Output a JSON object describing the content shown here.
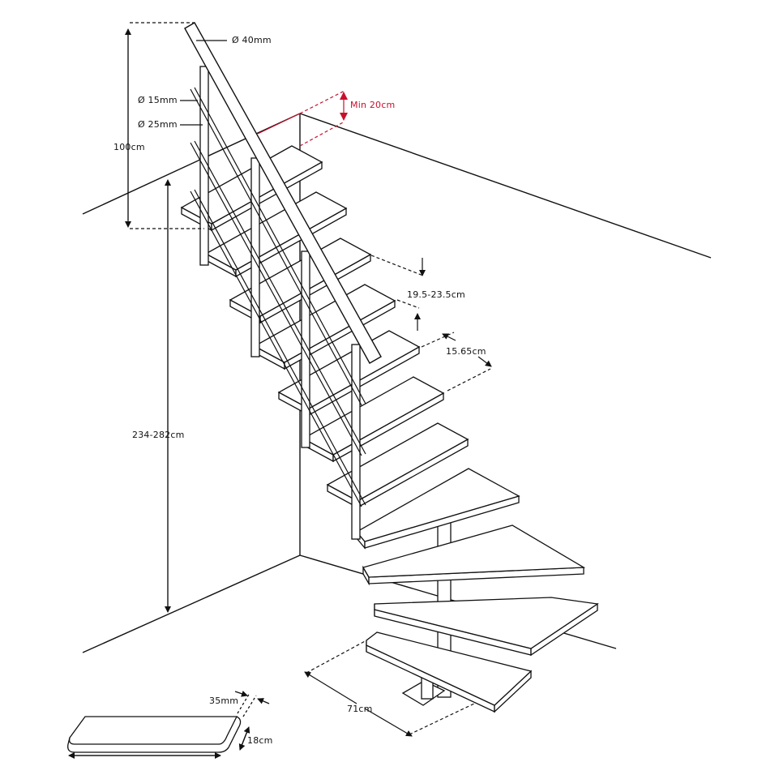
{
  "labels": {
    "handrail_diameter": "Ø 40mm",
    "baluster_diameter": "Ø 15mm",
    "post_diameter": "Ø 25mm",
    "handrail_height": "100cm",
    "min_clearance": "Min 20cm",
    "riser_height": "19.5-23.5cm",
    "going": "15.65cm",
    "floor_height": "234-282cm",
    "tread_width": "71cm",
    "tread_thickness": "35mm",
    "tread_depth": "18cm"
  },
  "colors": {
    "line": "#111111",
    "accent": "#c8102e",
    "tread_fill": "#ffffff"
  },
  "stair": {
    "straight_treads": 7,
    "winder_treads": 4
  }
}
